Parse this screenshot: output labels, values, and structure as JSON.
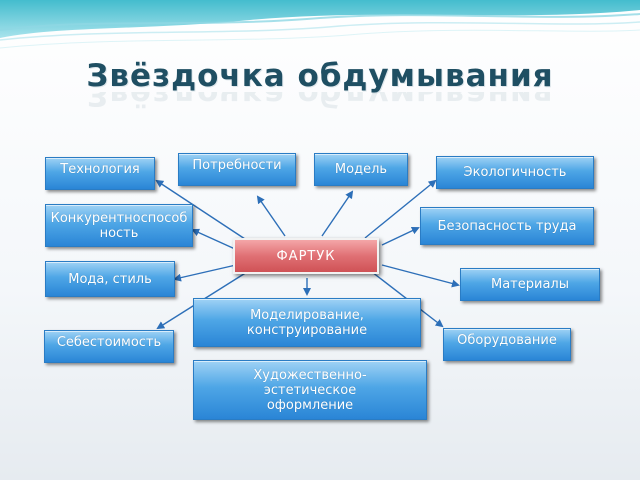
{
  "title": "Звёздочка обдумывания",
  "center": {
    "label": "ФАРТУК"
  },
  "nodes": {
    "technology": "Технология",
    "needs": "Потребности",
    "model": "Модель",
    "ecology": "Экологичность",
    "competitiveness": "Конкурентноспособность",
    "safety": "Безопасность труда",
    "fashion": "Мода, стиль",
    "materials": "Материалы",
    "modeling": "Моделирование, конструирование",
    "cost": "Себестоимость",
    "equipment": "Оборудование",
    "artistic": "Художественно-эстетическое оформление"
  },
  "colors": {
    "title": "#1f4f63",
    "node_blue": "#3c96dd",
    "center_red": "#d95c60",
    "arrow": "#2d6fb8"
  }
}
